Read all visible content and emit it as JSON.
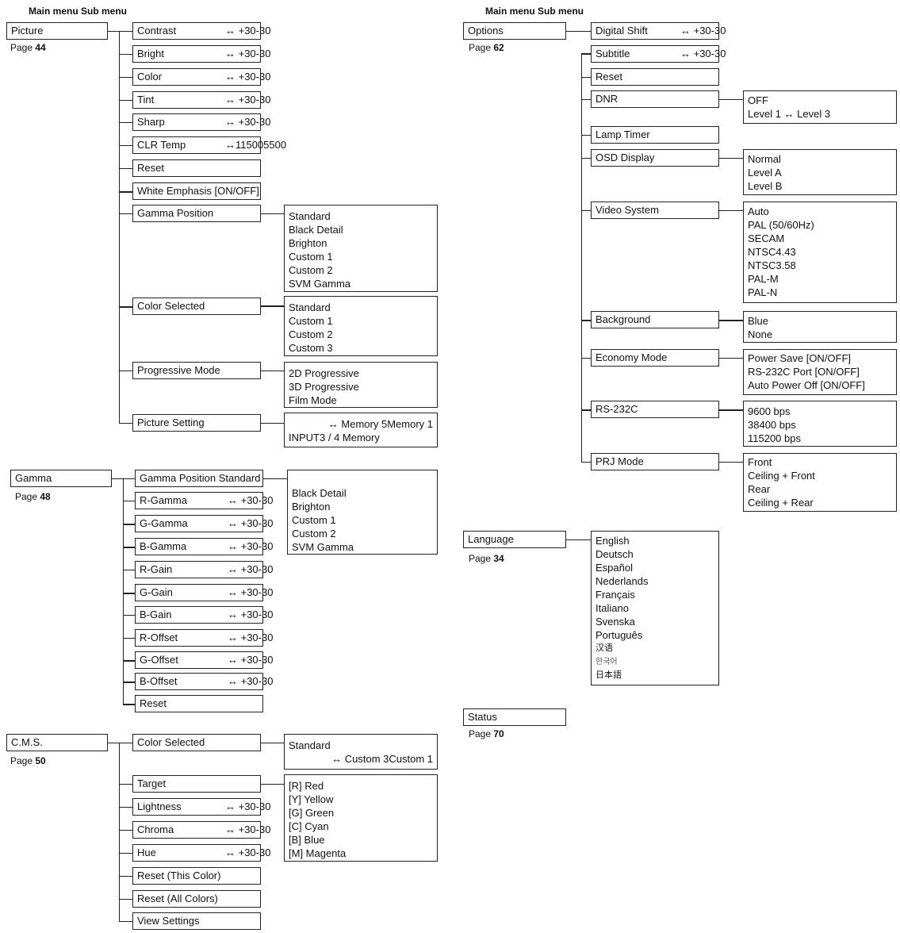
{
  "headings": {
    "left": "Main menu Sub menu",
    "right": "Main menu Sub menu"
  },
  "picture": {
    "title": "Picture",
    "page_label": "Page",
    "page_num": "44",
    "items": [
      {
        "label": "Contrast",
        "range": "↔ +30-30"
      },
      {
        "label": "Bright",
        "range": "↔ +30-30"
      },
      {
        "label": "Color",
        "range": "↔ +30-30"
      },
      {
        "label": "Tint",
        "range": "↔ +30-30"
      },
      {
        "label": "Sharp",
        "range": "↔ +30-30"
      },
      {
        "label": "CLR Temp",
        "range": "↔115005500"
      },
      {
        "label": "Reset"
      },
      {
        "label": "White Emphasis [ON/OFF]"
      },
      {
        "label": "Gamma Position"
      },
      {
        "label": "Color Selected"
      },
      {
        "label": "Progressive Mode"
      },
      {
        "label": "Picture Setting"
      }
    ],
    "gamma_position_options": [
      "Standard",
      "Black Detail",
      "Brighton",
      "Custom 1",
      "Custom 2",
      "SVM Gamma"
    ],
    "color_selected_options": [
      "Standard",
      "Custom 1",
      "Custom 2",
      "Custom 3"
    ],
    "progressive_mode_options": [
      "2D Progressive",
      "3D Progressive",
      "Film Mode"
    ],
    "picture_setting_options": [
      "↔ Memory 5Memory 1",
      "INPUT3 / 4 Memory"
    ]
  },
  "gamma": {
    "title": "Gamma",
    "page_label": "Page",
    "page_num": "48",
    "items": [
      {
        "label": "Gamma Position Standard"
      },
      {
        "label": "R-Gamma",
        "range": "↔ +30-30"
      },
      {
        "label": "G-Gamma",
        "range": "↔ +30-30"
      },
      {
        "label": "B-Gamma",
        "range": "↔ +30-30"
      },
      {
        "label": "R-Gain",
        "range": "↔ +30-30"
      },
      {
        "label": "G-Gain",
        "range": "↔ +30-30"
      },
      {
        "label": "B-Gain",
        "range": "↔ +30-30"
      },
      {
        "label": "R-Offset",
        "range": "↔ +30-30"
      },
      {
        "label": "G-Offset",
        "range": "↔ +30-30"
      },
      {
        "label": "B-Offset",
        "range": "↔ +30-30"
      },
      {
        "label": "Reset"
      }
    ],
    "position_options": [
      "Black Detail",
      "Brighton",
      "Custom 1",
      "Custom 2",
      "SVM Gamma"
    ]
  },
  "cms": {
    "title": "C.M.S.",
    "page_label": "Page",
    "page_num": "50",
    "items": [
      {
        "label": "Color Selected"
      },
      {
        "label": "Target"
      },
      {
        "label": "Lightness",
        "range": "↔ +30-30"
      },
      {
        "label": "Chroma",
        "range": "↔ +30-30"
      },
      {
        "label": "Hue",
        "range": "↔ +30-30"
      },
      {
        "label": "Reset (This Color)"
      },
      {
        "label": "Reset (All Colors)"
      },
      {
        "label": "View Settings"
      }
    ],
    "color_selected_options": [
      "Standard",
      "↔ Custom 3Custom 1"
    ],
    "target_options": [
      "[R] Red",
      "[Y] Yellow",
      "[G] Green",
      "[C] Cyan",
      "[B] Blue",
      "[M] Magenta"
    ]
  },
  "options": {
    "title": "Options",
    "page_label": "Page",
    "page_num": "62",
    "items": [
      {
        "label": "Digital Shift",
        "range": "↔ +30-30"
      },
      {
        "label": "Subtitle",
        "range": "↔ +30-30"
      },
      {
        "label": "Reset"
      },
      {
        "label": "DNR"
      },
      {
        "label": "Lamp Timer"
      },
      {
        "label": "OSD Display"
      },
      {
        "label": "Video System"
      },
      {
        "label": "Background"
      },
      {
        "label": "Economy Mode"
      },
      {
        "label": "RS-232C"
      },
      {
        "label": "PRJ Mode"
      }
    ],
    "dnr_options": [
      "OFF",
      "Level 1 ↔ Level 3"
    ],
    "osd_options": [
      "Normal",
      "Level A",
      "Level B"
    ],
    "video_options": [
      "Auto",
      "PAL (50/60Hz)",
      "SECAM",
      "NTSC4.43",
      "NTSC3.58",
      "PAL-M",
      "PAL-N"
    ],
    "background_options": [
      "Blue",
      "None"
    ],
    "economy_options": [
      "Power Save [ON/OFF]",
      "RS-232C Port [ON/OFF]",
      "Auto Power Off [ON/OFF]"
    ],
    "rs232_options": [
      "9600 bps",
      "38400 bps",
      "115200 bps"
    ],
    "prj_options": [
      "Front",
      "Ceiling + Front",
      "Rear",
      "Ceiling + Rear"
    ]
  },
  "language": {
    "title": "Language",
    "page_label": "Page",
    "page_num": "34",
    "options": [
      "English",
      "Deutsch",
      "Español",
      "Nederlands",
      "Français",
      "Italiano",
      "Svenska",
      "Português",
      "汉语",
      "한국어",
      "日本語"
    ]
  },
  "status": {
    "title": "Status",
    "page_label": "Page",
    "page_num": "70"
  }
}
